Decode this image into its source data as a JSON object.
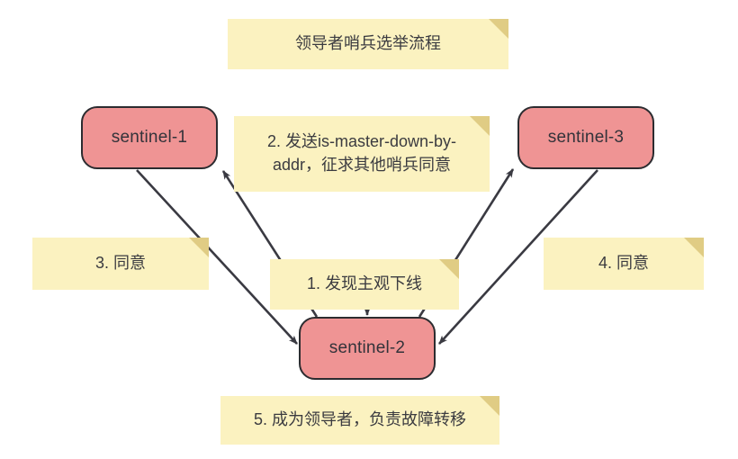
{
  "diagram": {
    "title_note": "领导者哨兵选举流程",
    "colors": {
      "node_fill": "#ef9494",
      "node_stroke": "#2c2c30",
      "note_fill": "#fbf2c0",
      "note_fold": "#e0cc84",
      "edge_stroke": "#3a3a42",
      "text": "#33333a",
      "background": "#ffffff"
    },
    "nodes": [
      {
        "id": "sentinel-1",
        "label": "sentinel-1"
      },
      {
        "id": "sentinel-3",
        "label": "sentinel-3"
      },
      {
        "id": "sentinel-2",
        "label": "sentinel-2"
      }
    ],
    "notes": [
      {
        "id": "step-1",
        "label": "1. 发现主观下线"
      },
      {
        "id": "step-2",
        "label": "2. 发送is-master-down-by-addr，征求其他哨兵同意"
      },
      {
        "id": "step-3",
        "label": "3. 同意"
      },
      {
        "id": "step-4",
        "label": "4. 同意"
      },
      {
        "id": "step-5",
        "label": "5. 成为领导者，负责故障转移"
      }
    ],
    "edges": [
      {
        "id": "s2-to-s1",
        "from": "sentinel-2",
        "to": "sentinel-1",
        "label": "2. 发送is-master-down-by-addr，征求其他哨兵同意"
      },
      {
        "id": "s2-to-s3",
        "from": "sentinel-2",
        "to": "sentinel-3",
        "label": "2. 发送is-master-down-by-addr，征求其他哨兵同意"
      },
      {
        "id": "s1-to-s2",
        "from": "sentinel-1",
        "to": "sentinel-2",
        "label": "3. 同意"
      },
      {
        "id": "s3-to-s2",
        "from": "sentinel-3",
        "to": "sentinel-2",
        "label": "4. 同意"
      },
      {
        "id": "start-to-s2",
        "from": "start",
        "to": "sentinel-2",
        "label": "1. 发现主观下线"
      }
    ]
  }
}
